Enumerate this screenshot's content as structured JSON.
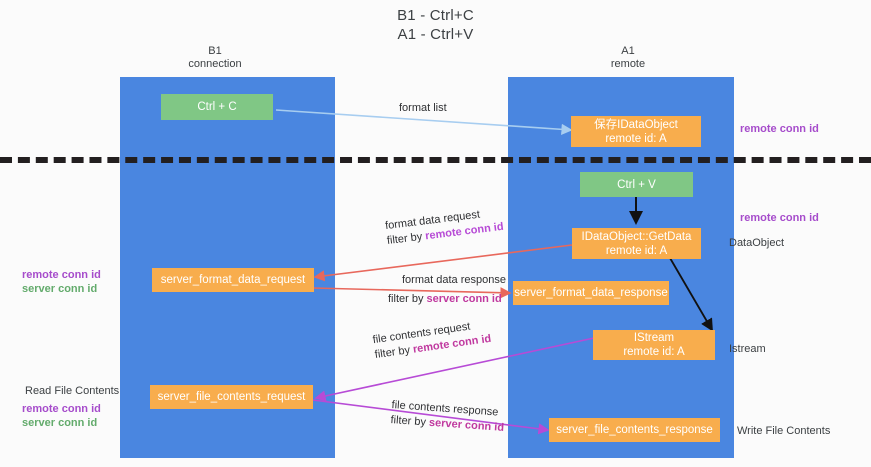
{
  "title": {
    "line1": "B1 - Ctrl+C",
    "line2": "A1 - Ctrl+V"
  },
  "lanes": [
    {
      "id": "b1",
      "name": "B1",
      "sub": "connection",
      "color": "#4a86e0"
    },
    {
      "id": "a1",
      "name": "A1",
      "sub": "remote",
      "color": "#4a86e0"
    }
  ],
  "nodes": {
    "ctrl_c": {
      "label": "Ctrl + C",
      "color": "#80c785"
    },
    "ctrl_v": {
      "label": "Ctrl + V",
      "color": "#80c785"
    },
    "save_idataobject": {
      "line1": "保存IDataObject",
      "line2": "remote id: A",
      "color": "#f8ad4d"
    },
    "getdata": {
      "line1": "IDataObject::GetData",
      "line2": "remote id: A",
      "color": "#f8ad4d"
    },
    "istream": {
      "line1": "IStream",
      "line2": "remote id: A",
      "color": "#f8ad4d"
    },
    "server_format_data_request": {
      "label": "server_format_data_request",
      "color": "#f8ad4d"
    },
    "server_format_data_response": {
      "label": "server_format_data_response",
      "color": "#f8ad4d"
    },
    "server_file_contents_request": {
      "label": "server_file_contents_request",
      "color": "#f8ad4d"
    },
    "server_file_contents_response": {
      "label": "server_file_contents_response",
      "color": "#f8ad4d"
    }
  },
  "edges": {
    "format_list": {
      "label": "format list"
    },
    "format_data_request": {
      "label": "format data request",
      "filter_prefix": "filter by ",
      "filter_key": "remote conn id"
    },
    "format_data_response": {
      "label": "format data response",
      "filter_prefix": "filter by ",
      "filter_key": "server conn id"
    },
    "file_contents_request": {
      "label": "file contents request",
      "filter_prefix": "filter by ",
      "filter_key": "remote conn id"
    },
    "file_contents_response": {
      "label": "file contents response",
      "filter_prefix": "filter by ",
      "filter_key": "server conn id"
    }
  },
  "annotations": {
    "right_remote_conn_id_top": "remote conn id",
    "right_remote_conn_id_mid": "remote conn id",
    "right_dataobject": "DataObject",
    "right_istream": "Istream",
    "right_write_file_contents": "Write File Contents",
    "left_remote_conn_id": "remote conn id",
    "left_server_conn_id": "server conn id",
    "left_read_file_contents": "Read File Contents",
    "left_remote_conn_id_2": "remote conn id",
    "left_server_conn_id_2": "server conn id"
  },
  "colors": {
    "lane": "#4a86e0",
    "green_node": "#80c785",
    "orange_node": "#f8ad4d",
    "purple": "#a64ccb",
    "green_text": "#63ab6c",
    "arrow_blue": "#a7cdf0",
    "arrow_red": "#e8685c",
    "arrow_magenta": "#b74bd6",
    "arrow_black": "#111111",
    "background": "#fbfbfb"
  }
}
